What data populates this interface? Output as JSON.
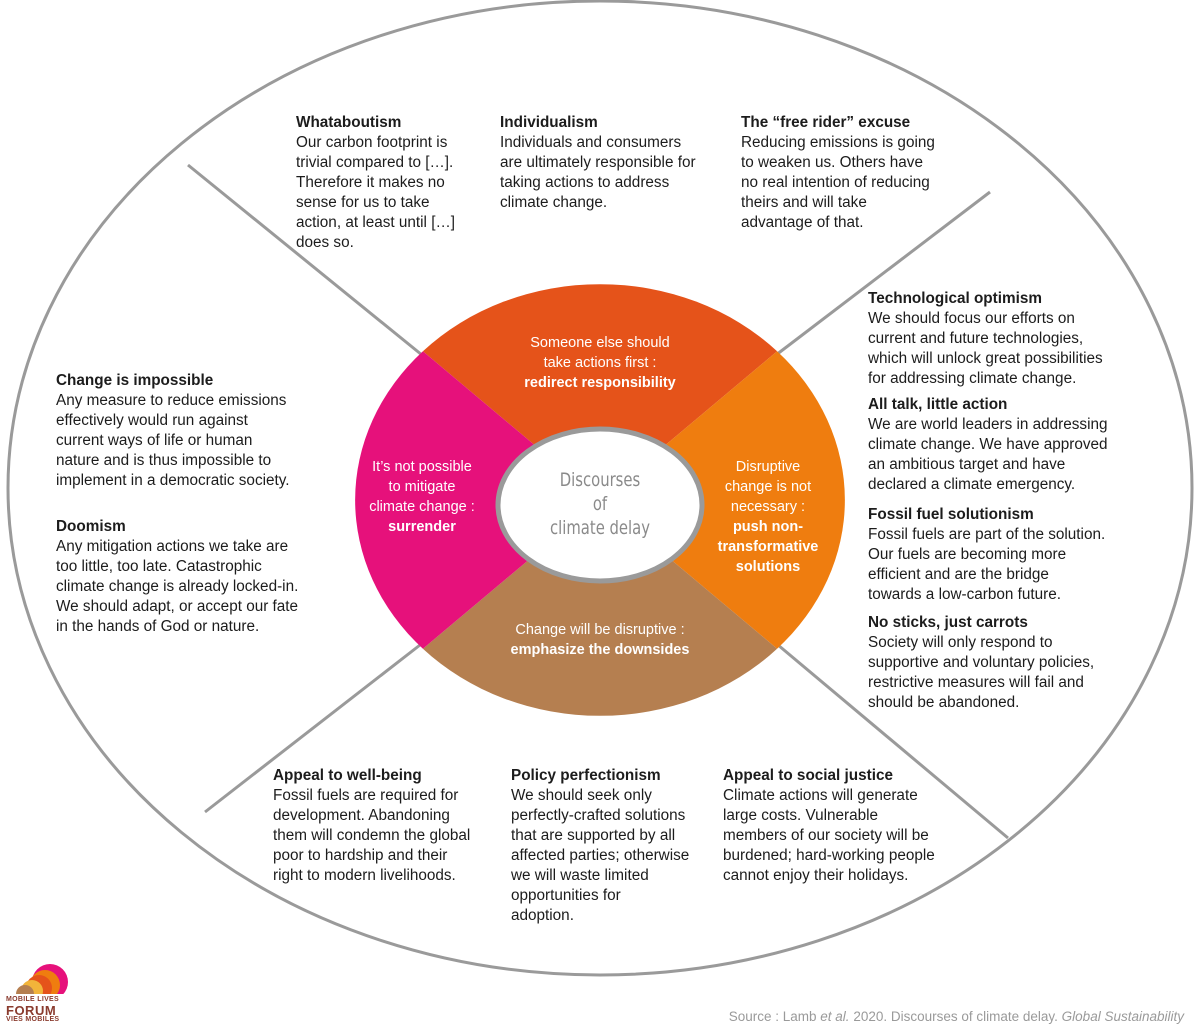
{
  "colors": {
    "outline": "#9a9a9a",
    "redirect": "#e5531a",
    "surrender": "#e6117b",
    "non_transformative": "#ef7d0f",
    "downsides": "#b57f50",
    "center_text": "#8a8a8a"
  },
  "center": {
    "line1": "Discourses",
    "line2": "of",
    "line3": "climate delay"
  },
  "segments": {
    "redirect": {
      "line1": "Someone else should",
      "line2": "take actions first :",
      "bold": "redirect responsibility"
    },
    "surrender": {
      "line1": "It’s not possible",
      "line2": "to mitigate",
      "line3": "climate change :",
      "bold": "surrender"
    },
    "non_transformative": {
      "line1": "Disruptive",
      "line2": "change is not",
      "line3": "necessary :",
      "bold1": "push non-",
      "bold2": "transformative",
      "bold3": "solutions"
    },
    "downsides": {
      "line1": "Change will be disruptive :",
      "bold": "emphasize the downsides"
    }
  },
  "discourses": {
    "whataboutism": {
      "title": "Whataboutism",
      "lines": [
        "Our carbon footprint is",
        "trivial compared to […].",
        "Therefore it makes no",
        "sense for us to take",
        "action, at least until […]",
        "does so."
      ]
    },
    "individualism": {
      "title": "Individualism",
      "lines": [
        "Individuals and consumers",
        "are ultimately responsible for",
        "taking actions to address",
        "climate change."
      ]
    },
    "free_rider": {
      "title": "The “free rider” excuse",
      "lines": [
        "Reducing emissions is going",
        "to weaken us. Others have",
        "no real intention of reducing",
        "theirs and will take",
        "advantage of that."
      ]
    },
    "tech_optimism": {
      "title": "Technological optimism",
      "lines": [
        "We should focus our efforts on",
        "current and future technologies,",
        "which will unlock great possibilities",
        "for addressing climate change."
      ]
    },
    "all_talk": {
      "title": "All talk, little action",
      "lines": [
        "We are world leaders in addressing",
        "climate change. We have approved",
        "an ambitious target and have",
        "declared a climate emergency."
      ]
    },
    "fossil_fuel": {
      "title": "Fossil fuel solutionism",
      "lines": [
        "Fossil fuels are part of the solution.",
        "Our fuels are becoming more",
        "efficient and are the bridge",
        "towards a low-carbon future."
      ]
    },
    "no_sticks": {
      "title": "No sticks, just carrots",
      "lines": [
        "Society will only respond to",
        "supportive and voluntary policies,",
        "restrictive measures will fail and",
        "should be abandoned."
      ]
    },
    "change_impossible": {
      "title": "Change is impossible",
      "lines": [
        "Any measure to reduce emissions",
        "effectively would run against",
        "current ways of life or human",
        "nature and is thus impossible to",
        "implement in a democratic society."
      ]
    },
    "doomism": {
      "title": "Doomism",
      "lines": [
        "Any mitigation actions we take are",
        "too little, too late. Catastrophic",
        "climate change is already locked-in.",
        "We should adapt, or accept our fate",
        "in the hands of God or nature."
      ]
    },
    "well_being": {
      "title": "Appeal to well-being",
      "lines": [
        "Fossil fuels are required for",
        "development. Abandoning",
        "them will condemn the global",
        "poor to hardship and their",
        "right to modern livelihoods."
      ]
    },
    "policy_perfectionism": {
      "title": "Policy perfectionism",
      "lines": [
        "We should seek only",
        "perfectly-crafted solutions",
        "that are supported by all",
        "affected parties; otherwise",
        "we will waste limited",
        "opportunities for",
        "adoption."
      ]
    },
    "social_justice": {
      "title": "Appeal to social justice",
      "lines": [
        "Climate actions will generate",
        "large costs. Vulnerable",
        "members of our society will be",
        "burdened; hard-working people",
        "cannot enjoy their holidays."
      ]
    }
  },
  "source": {
    "prefix": "Source : Lamb ",
    "etal": "et al.",
    "middle": " 2020. Discourses of climate delay. ",
    "journal": "Global Sustainability"
  },
  "logo": {
    "line1": "MOBILE LIVES",
    "line2": "FORUM",
    "line3": "VIES MOBILES"
  }
}
